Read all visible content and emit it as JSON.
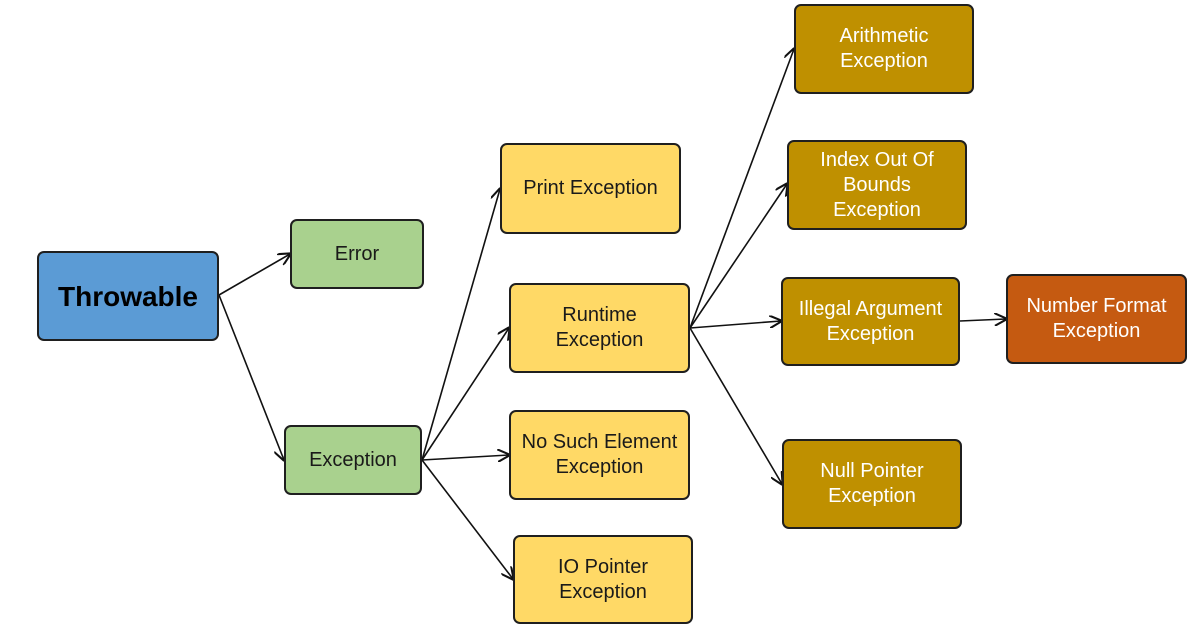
{
  "nodes": {
    "throwable": "Throwable",
    "error": "Error",
    "exception": "Exception",
    "print_exception": "Print Exception",
    "runtime_exception": "Runtime\nException",
    "no_such_element_exception": "No Such Element\nException",
    "io_pointer_exception": "IO Pointer\nException",
    "arithmetic_exception": "Arithmetic\nException",
    "index_out_of_bounds_exception": "Index Out Of\nBounds\nException",
    "illegal_argument_exception": "Illegal Argument\nException",
    "null_pointer_exception": "Null Pointer\nException",
    "number_format_exception": "Number Format\nException"
  },
  "colors": {
    "root": "#5b9bd5",
    "error_exception": "#a9d18e",
    "direct_subclasses": "#ffd966",
    "runtime_subclasses": "#bf9000",
    "illegal_argument_subclass": "#c55a11"
  },
  "edges": [
    [
      "throwable",
      "error"
    ],
    [
      "throwable",
      "exception"
    ],
    [
      "exception",
      "print_exception"
    ],
    [
      "exception",
      "runtime_exception"
    ],
    [
      "exception",
      "no_such_element_exception"
    ],
    [
      "exception",
      "io_pointer_exception"
    ],
    [
      "runtime_exception",
      "arithmetic_exception"
    ],
    [
      "runtime_exception",
      "index_out_of_bounds_exception"
    ],
    [
      "runtime_exception",
      "illegal_argument_exception"
    ],
    [
      "runtime_exception",
      "null_pointer_exception"
    ],
    [
      "illegal_argument_exception",
      "number_format_exception"
    ]
  ]
}
